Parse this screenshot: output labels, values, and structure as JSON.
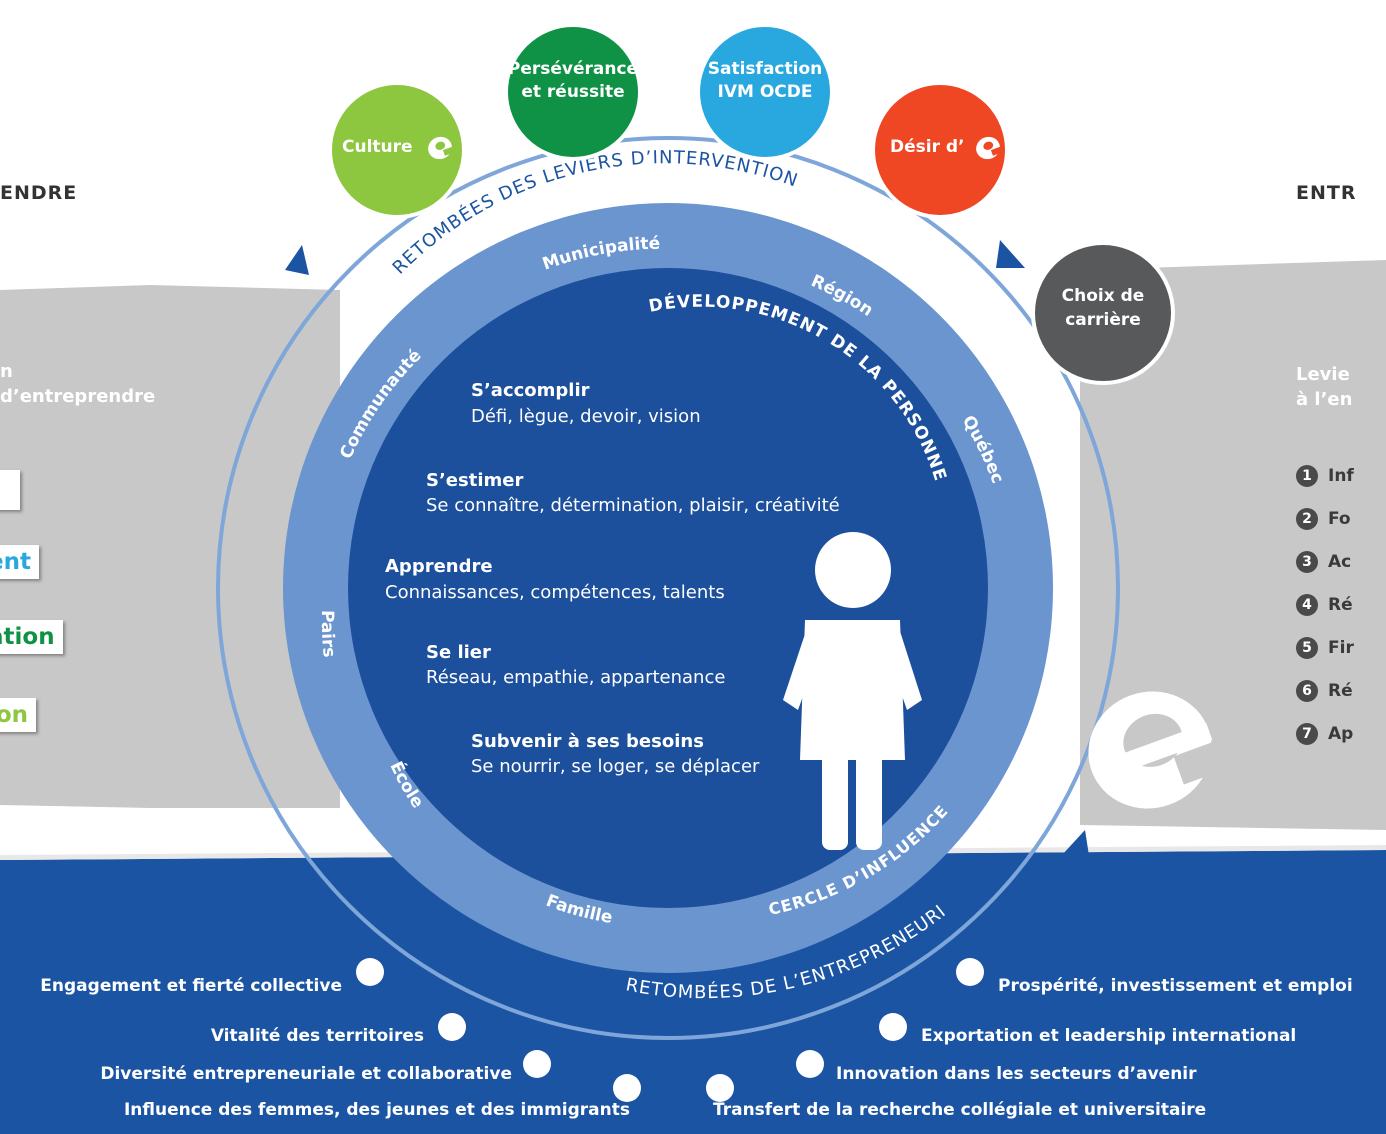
{
  "left_panel": {
    "title": "ENDRE",
    "text_line1": "n",
    "text_line2": "d’entreprendre",
    "tags": [
      {
        "text": "",
        "color": "#f2c500"
      },
      {
        "text": "ent",
        "color": "#29a8e0"
      },
      {
        "text": "ation",
        "color": "#0f9245"
      },
      {
        "text": "ion",
        "color": "#8dc63f"
      }
    ]
  },
  "right_panel": {
    "title": "ENTR",
    "text_line1": "Levie",
    "text_line2": "à l’en",
    "levers": [
      {
        "num": "1",
        "text": "Inf"
      },
      {
        "num": "2",
        "text": "Fo"
      },
      {
        "num": "3",
        "text": "Ac"
      },
      {
        "num": "4",
        "text": "Ré"
      },
      {
        "num": "5",
        "text": "Fir"
      },
      {
        "num": "6",
        "text": "Ré"
      },
      {
        "num": "7",
        "text": "Ap"
      }
    ]
  },
  "bubbles": {
    "culture": {
      "label": "Culture",
      "color": "#8dc63f"
    },
    "perseverance": {
      "line1": "Persévérance",
      "line2": "et réussite",
      "color": "#0f9245"
    },
    "satisfaction": {
      "line1": "Satisfaction",
      "line2": "IVM OCDE",
      "color": "#29a8e0"
    },
    "desir": {
      "label": "Désir d’",
      "color": "#ef4623"
    },
    "choix": {
      "line1": "Choix de",
      "line2": "carrière",
      "color": "#58595b"
    }
  },
  "arcs": {
    "top": "RETOMBÉES DES LEVIERS D’INTERVENTION",
    "bottom": "RETOMBÉES DE L’ENTREPRENEURIAT",
    "development": "DÉVELOPPEMENT DE LA PERSONNE",
    "influence": "CERCLE D’INFLUENCE"
  },
  "influence_circle": {
    "municipalite": "Municipalité",
    "region": "Région",
    "quebec": "Québec",
    "communaute": "Communauté",
    "pairs": "Pairs",
    "ecole": "École",
    "famille": "Famille"
  },
  "needs": [
    {
      "title": "S’accomplir",
      "desc": "Défi, lègue, devoir, vision"
    },
    {
      "title": "S’estimer",
      "desc": "Se connaître,  détermination, plaisir, créativité"
    },
    {
      "title": "Apprendre",
      "desc": "Connaissances, compétences, talents"
    },
    {
      "title": "Se lier",
      "desc": "Réseau, empathie, appartenance"
    },
    {
      "title": "Subvenir à ses besoins",
      "desc": "Se nourrir, se loger, se déplacer"
    }
  ],
  "outcomes_left": [
    "Engagement et fierté collective",
    "Vitalité des territoires",
    "Diversité entrepreneuriale et collaborative",
    "Influence des femmes, des jeunes et des immigrants"
  ],
  "outcomes_right": [
    "Prospérité, investissement et emploi",
    "Exportation et leadership international",
    "Innovation dans les secteurs d’avenir",
    "Transfert de la recherche collégiale et universitaire"
  ],
  "colors": {
    "dark_blue": "#1b54a3",
    "ring_blue": "#6a95cf",
    "inner_blue": "#1c4f9c",
    "gray": "#c8c8c8",
    "orbit": "#7ea6d9"
  }
}
